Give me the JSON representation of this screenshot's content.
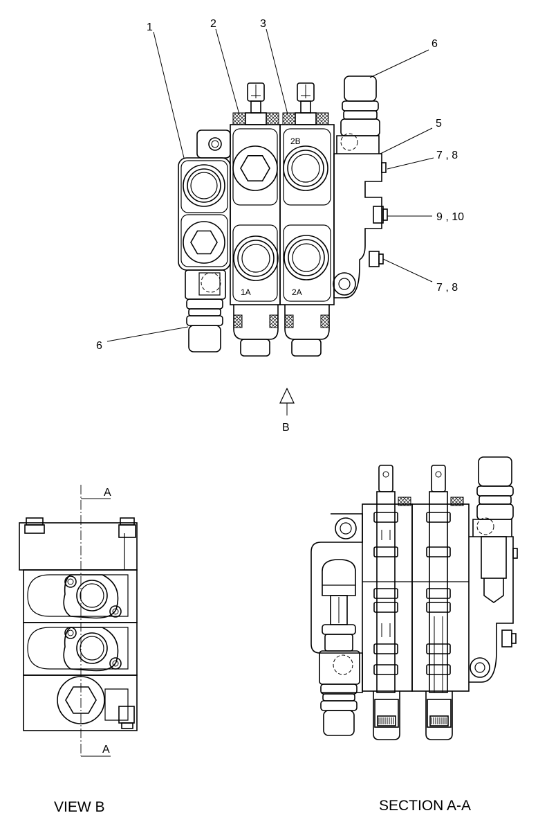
{
  "callouts": {
    "c1": "1",
    "c2": "2",
    "c3": "3",
    "c5": "5",
    "c6_top": "6",
    "c6_bottom": "6",
    "c78_top": "7 , 8",
    "c910": "9 , 10",
    "c78_bottom": "7 , 8"
  },
  "ports": {
    "p2b": "2B",
    "p1a": "1A",
    "p2a": "2A"
  },
  "view_arrow": {
    "label": "B"
  },
  "section_markers": {
    "top": "A",
    "bottom": "A"
  },
  "titles": {
    "view_b": "VIEW B",
    "section": "SECTION A-A"
  }
}
